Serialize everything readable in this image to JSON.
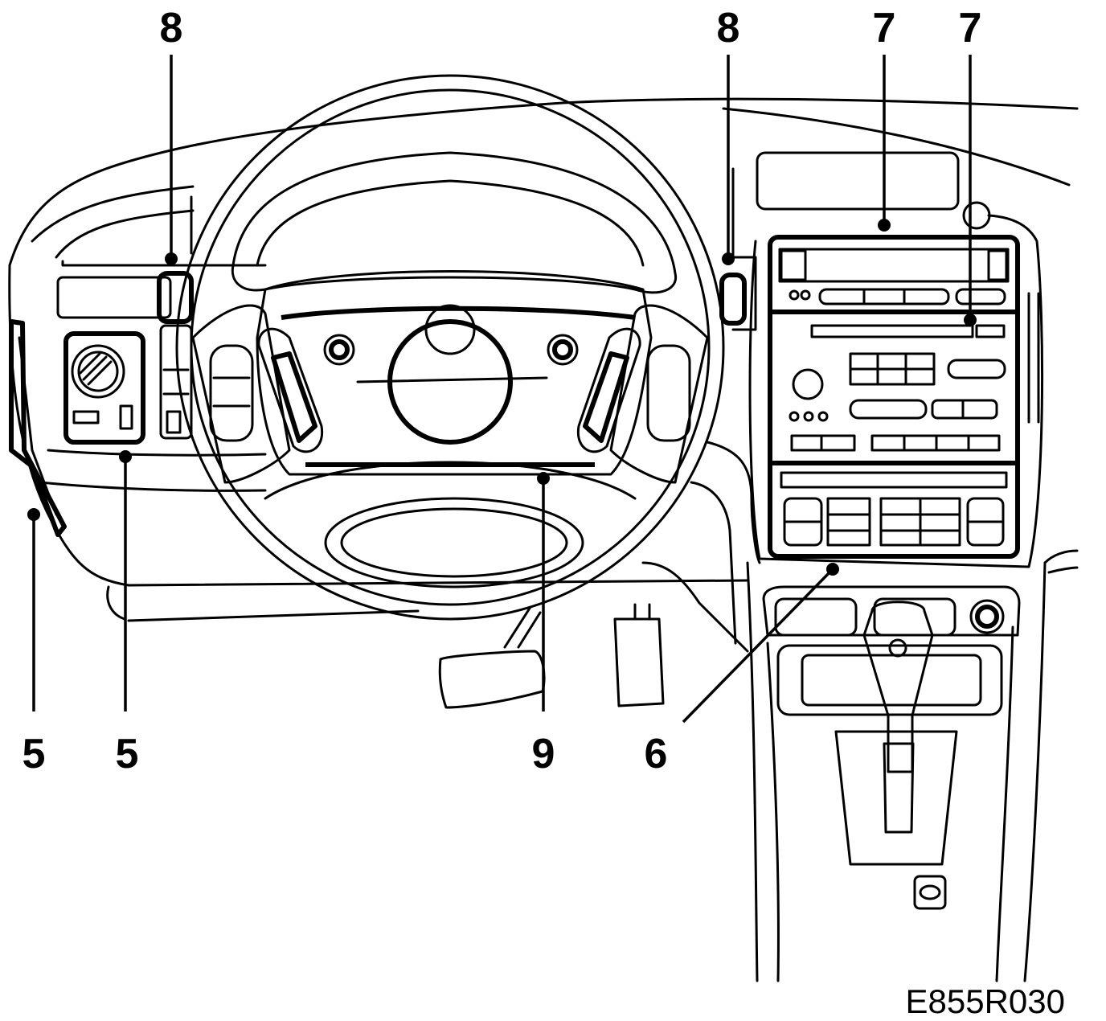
{
  "callouts": [
    {
      "id": "c8a",
      "label": "8"
    },
    {
      "id": "c8b",
      "label": "8"
    },
    {
      "id": "c7a",
      "label": "7"
    },
    {
      "id": "c7b",
      "label": "7"
    },
    {
      "id": "c5a",
      "label": "5"
    },
    {
      "id": "c5b",
      "label": "5"
    },
    {
      "id": "c9",
      "label": "9"
    },
    {
      "id": "c6",
      "label": "6"
    }
  ],
  "figure_ref": "E855R030"
}
